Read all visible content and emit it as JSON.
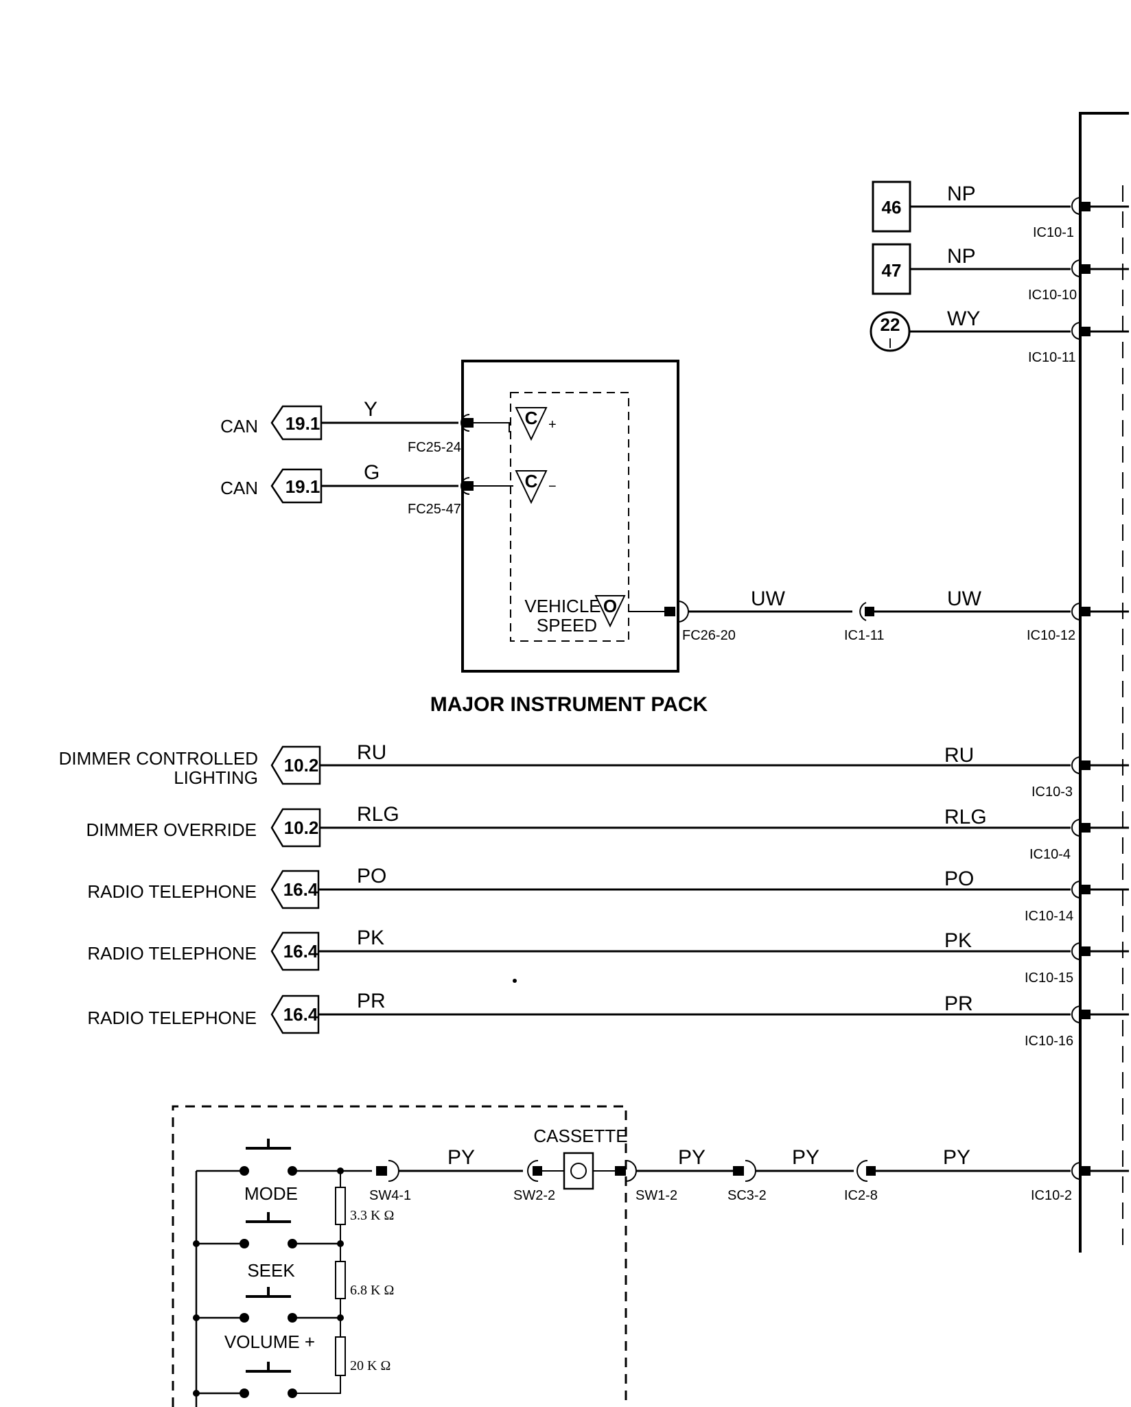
{
  "offpage_refs": [
    {
      "id": "46"
    },
    {
      "id": "47"
    },
    {
      "id": "22",
      "sub": "I"
    }
  ],
  "arrow_refs": [
    {
      "label": "CAN",
      "ref": "19.1",
      "wire": "Y",
      "connector": "FC25-24"
    },
    {
      "label": "CAN",
      "ref": "19.1",
      "wire": "G",
      "connector": "FC25-47"
    },
    {
      "label": "DIMMER CONTROLLED",
      "label2": "LIGHTING",
      "ref": "10.2",
      "wire": "RU",
      "wire_right": "RU",
      "connector": "IC10-3"
    },
    {
      "label": "DIMMER OVERRIDE",
      "ref": "10.2",
      "wire": "RLG",
      "wire_right": "RLG",
      "connector": "IC10-4"
    },
    {
      "label": "RADIO TELEPHONE",
      "ref": "16.4",
      "wire": "PO",
      "wire_right": "PO",
      "connector": "IC10-14"
    },
    {
      "label": "RADIO TELEPHONE",
      "ref": "16.4",
      "wire": "PK",
      "wire_right": "PK",
      "connector": "IC10-15"
    },
    {
      "label": "RADIO TELEPHONE",
      "ref": "16.4",
      "wire": "PR",
      "wire_right": "PR",
      "connector": "IC10-16"
    }
  ],
  "top_wires": [
    {
      "wire": "NP",
      "connector": "IC10-1"
    },
    {
      "wire": "NP",
      "connector": "IC10-10"
    },
    {
      "wire": "WY",
      "connector": "IC10-11"
    }
  ],
  "instrument_pack": {
    "title": "MAJOR INSTRUMENT PACK",
    "can_plus_symbol": "C",
    "can_plus_sign": "+",
    "can_minus_symbol": "C",
    "can_minus_sign": "−",
    "vehicle_speed_line1": "VEHICLE",
    "vehicle_speed_line2": "SPEED",
    "vehicle_speed_symbol": "O",
    "output_connector": "FC26-20",
    "wire_left": "UW",
    "inline_connector": "IC1-11",
    "wire_right": "UW",
    "end_connector": "IC10-12"
  },
  "switch_pack": {
    "switch_labels": [
      "MODE",
      "SEEK",
      "VOLUME +"
    ],
    "resistors": [
      "3.3 K Ω",
      "6.8 K Ω",
      "20 K Ω"
    ],
    "cassette_label": "CASSETTE",
    "wires": [
      "PY",
      "PY",
      "PY",
      "PY"
    ],
    "connectors": [
      "SW4-1",
      "SW2-2",
      "SW1-2",
      "SC3-2",
      "IC2-8",
      "IC10-2"
    ]
  }
}
